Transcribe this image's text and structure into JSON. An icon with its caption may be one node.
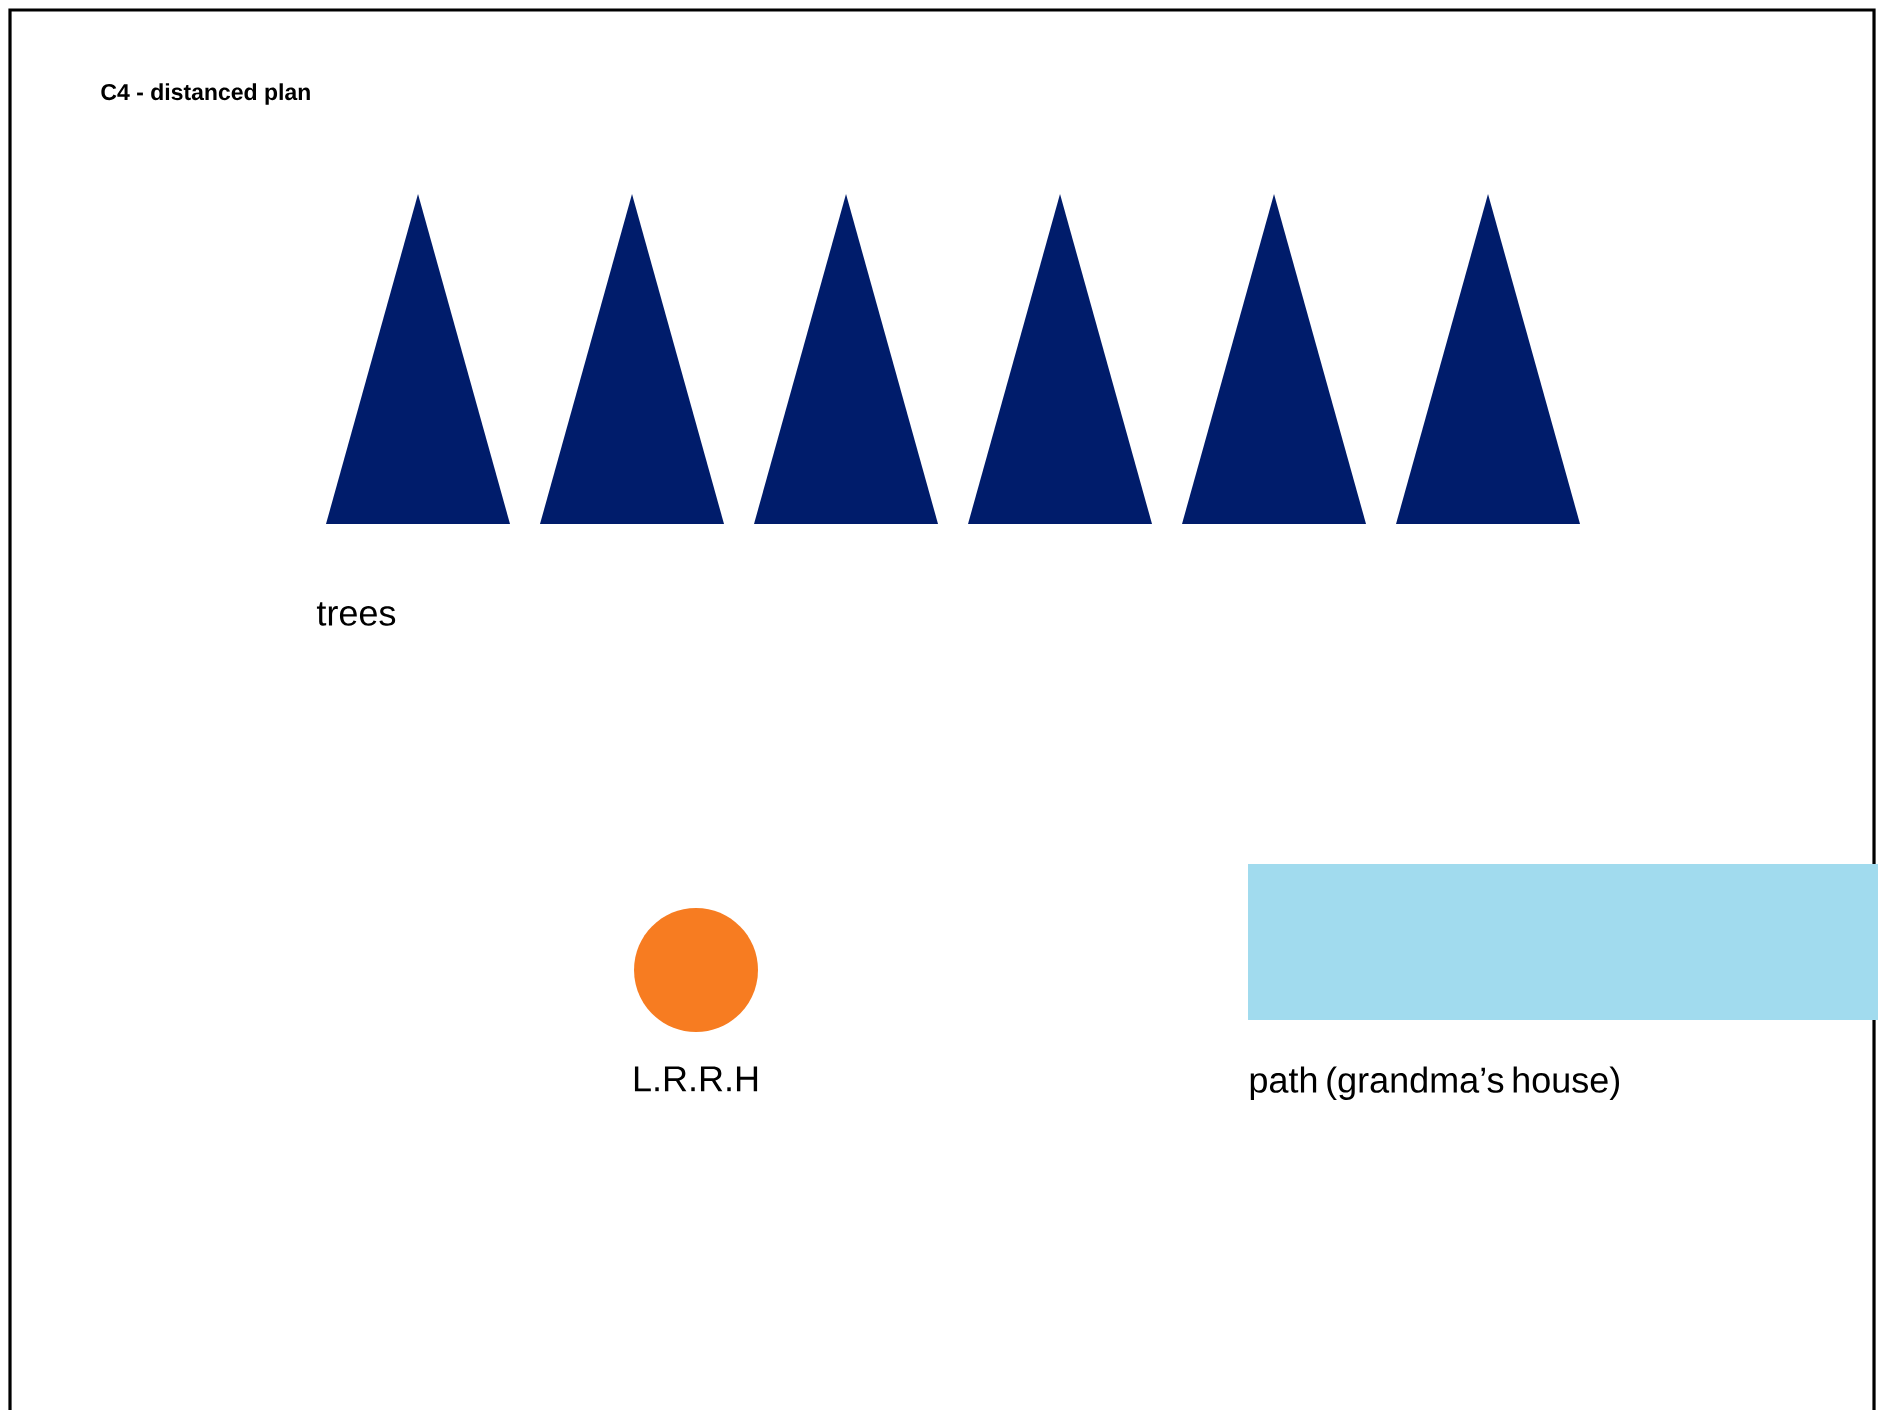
{
  "diagram": {
    "title": "C4 - distanced plan",
    "nodes": [
      {
        "text": [],
        "shape": "triangle"
      },
      {
        "text": [],
        "shape": "triangle"
      },
      {
        "text": [],
        "shape": "triangle"
      },
      {
        "text": [],
        "shape": "triangle"
      },
      {
        "text": [],
        "shape": "triangle"
      },
      {
        "text": [],
        "shape": "triangle"
      },
      {
        "text": [],
        "shape": "circle",
        "beside": [
          "L.R.R.H"
        ]
      },
      {
        "text": [],
        "shape": "bar",
        "beside": [
          "path (grandma’s house)"
        ]
      }
    ],
    "labels": [
      "trees"
    ]
  }
}
